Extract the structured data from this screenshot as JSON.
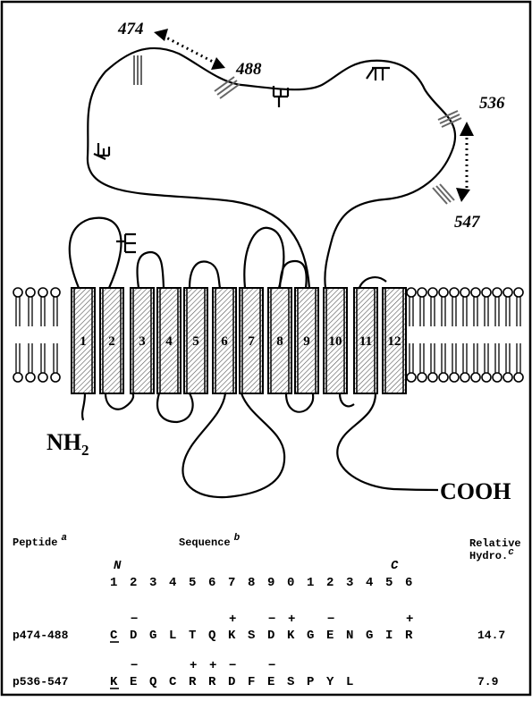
{
  "diagram": {
    "site_labels": {
      "l474": "474",
      "l488": "488",
      "l536": "536",
      "l547": "547"
    },
    "helix_labels": [
      "1",
      "2",
      "3",
      "4",
      "5",
      "6",
      "7",
      "8",
      "9",
      "10",
      "11",
      "12"
    ],
    "nh2": {
      "base": "NH",
      "sub": "2"
    },
    "cooh": "COOH"
  },
  "table": {
    "header": {
      "peptide": "Peptide",
      "peptide_sup": "a",
      "sequence": "Sequence",
      "sequence_sup": "b",
      "relative": "Relative",
      "hydro": "Hydro.",
      "hydro_sup": "c"
    },
    "terminus": {
      "n": "N",
      "c": "C"
    },
    "positions": [
      "1",
      "2",
      "3",
      "4",
      "5",
      "6",
      "7",
      "8",
      "9",
      "0",
      "1",
      "2",
      "3",
      "4",
      "5",
      "6"
    ],
    "rows": [
      {
        "name": "p474-488",
        "residues": [
          "C",
          "D",
          "G",
          "L",
          "T",
          "Q",
          "K",
          "S",
          "D",
          "K",
          "G",
          "E",
          "N",
          "G",
          "I",
          "R"
        ],
        "charges": [
          "",
          "−",
          "",
          "",
          "",
          "",
          "+",
          "",
          "−",
          "+",
          "",
          "−",
          "",
          "",
          "",
          "+"
        ],
        "value": "14.7"
      },
      {
        "name": "p536-547",
        "residues": [
          "K",
          "E",
          "Q",
          "C",
          "R",
          "R",
          "D",
          "F",
          "E",
          "S",
          "P",
          "Y",
          "L"
        ],
        "charges": [
          "",
          "−",
          "",
          "",
          "+",
          "+",
          "−",
          "",
          "−",
          "",
          "",
          "",
          ""
        ],
        "value": "7.9"
      }
    ]
  }
}
